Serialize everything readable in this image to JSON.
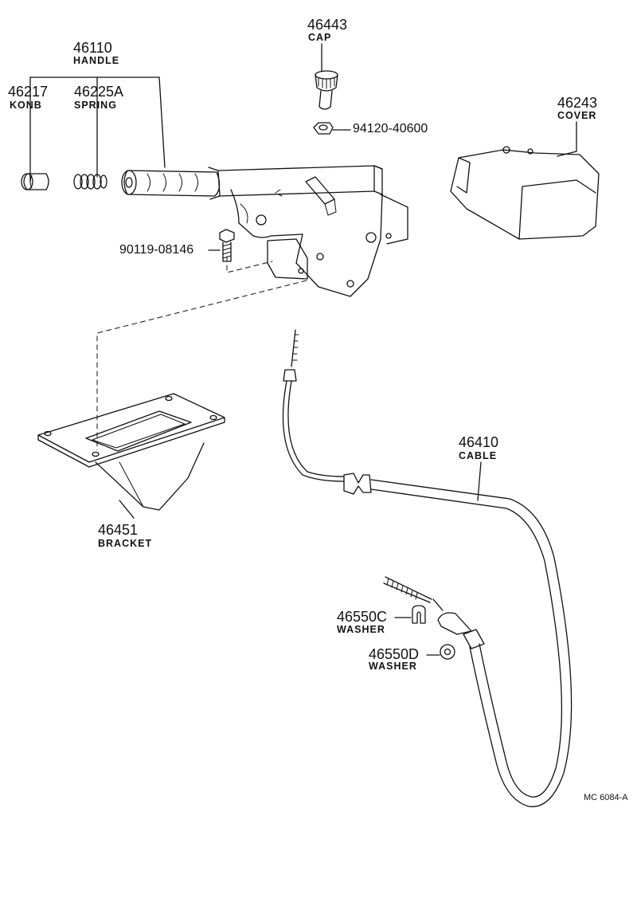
{
  "parts": {
    "handle": {
      "number": "46110",
      "name": "HANDLE"
    },
    "knob": {
      "number": "46217",
      "name": "KONB"
    },
    "spring": {
      "number": "46225A",
      "name": "SPRING"
    },
    "cap": {
      "number": "46443",
      "name": "CAP"
    },
    "nut": {
      "number": "94120-40600"
    },
    "cover": {
      "number": "46243",
      "name": "COVER"
    },
    "bolt": {
      "number": "90119-08146"
    },
    "cable": {
      "number": "46410",
      "name": "CABLE"
    },
    "bracket": {
      "number": "46451",
      "name": "BRACKET"
    },
    "washer_c": {
      "number": "46550C",
      "name": "WASHER"
    },
    "washer_d": {
      "number": "46550D",
      "name": "WASHER"
    }
  },
  "diagram_ref": "MC 6084-A"
}
